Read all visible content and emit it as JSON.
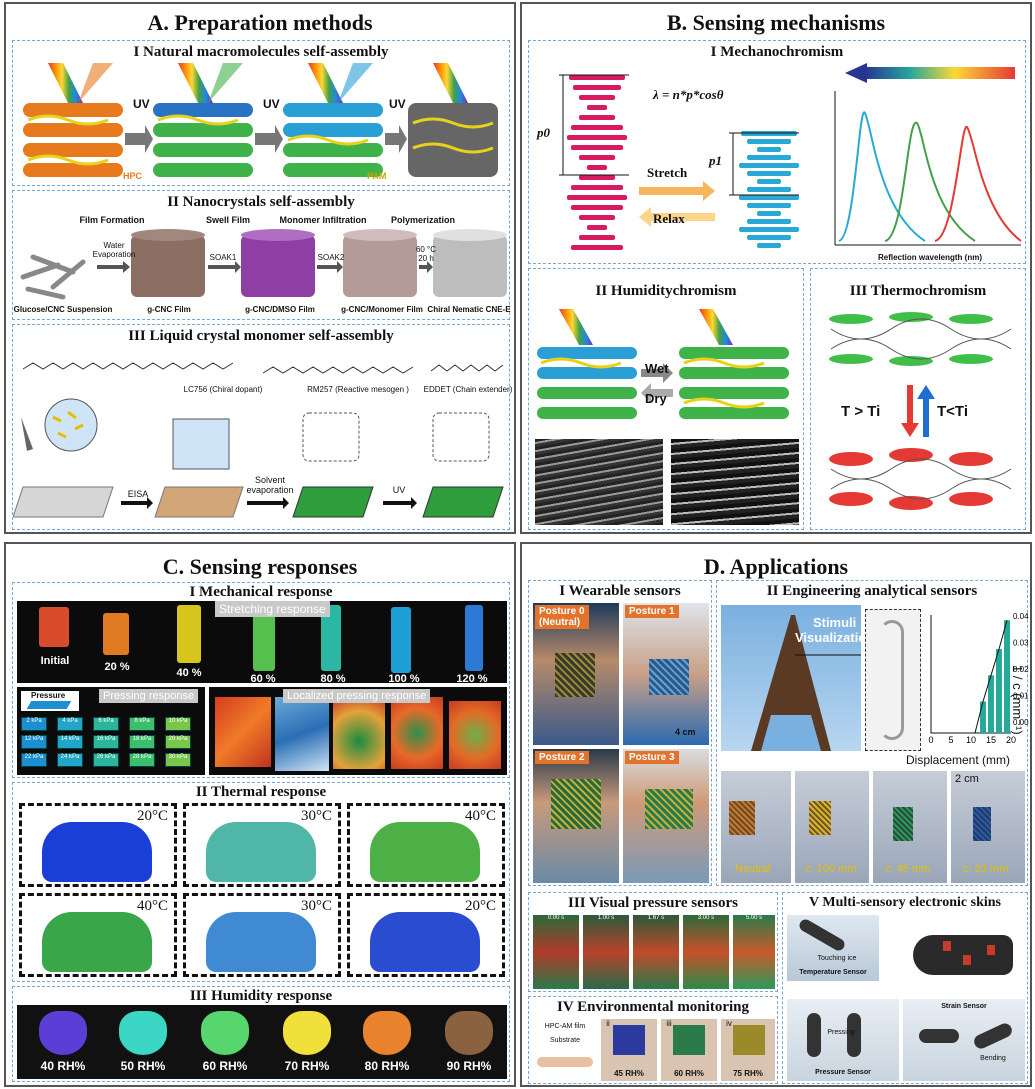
{
  "panelA": {
    "title": "A. Preparation methods",
    "s1": {
      "title": "I Natural macromolecules self-assembly",
      "uv": "UV",
      "hpc": "HPC",
      "pam": "PAM"
    },
    "s2": {
      "title": "II Nanocrystals self-assembly",
      "steps": [
        "Film Formation",
        "Swell Film",
        "Monomer Infiltration",
        "Polymerization"
      ],
      "arrows": [
        "Water\nEvaporation",
        "SOAK1",
        "SOAK2",
        "60 °C\n20 h"
      ],
      "labels": [
        "Glucose/CNC Suspension",
        "g-CNC Film",
        "g-CNC/DMSO Film",
        "g-CNC/Monomer Film",
        "Chiral Nematic CNE-E"
      ]
    },
    "s3": {
      "title": "III Liquid crystal monomer self-assembly",
      "mol": [
        "LC756 (Chiral dopant)",
        "RM257 (Reactive mesogen )",
        "EDDET (Chain extender)"
      ],
      "steps": [
        "EISA",
        "Solvent\nevaporation",
        "UV"
      ]
    }
  },
  "panelB": {
    "title": "B. Sensing mechanisms",
    "s1": {
      "title": "I Mechanochromism",
      "formula": "λ = n*p*cosθ",
      "p0": "p0",
      "p1": "p1",
      "stretch": "Stretch",
      "relax": "Relax",
      "xlabel": "Reflection wavelength (nm)"
    },
    "s2": {
      "title": "II Humiditychromism",
      "wet": "Wet",
      "dry": "Dry"
    },
    "s3": {
      "title": "III Thermochromism",
      "t1": "T > Ti",
      "t2": "T<Ti"
    }
  },
  "panelC": {
    "title": "C. Sensing responses",
    "s1": {
      "title": "I Mechanical response",
      "stretch_tag": "Stretching response",
      "percents": [
        "Initial",
        "20 %",
        "40 %",
        "60 %",
        "80 %",
        "100 %",
        "120 %"
      ],
      "pressure": "Pressure",
      "press_tag": "Pressing response",
      "local_tag": "Localized pressing response",
      "cells": [
        "2 kPa",
        "4 kPa",
        "6 kPa",
        "8 kPa",
        "10 kPa",
        "12 kPa",
        "14 kPa",
        "16 kPa",
        "18 kPa",
        "20 kPa",
        "22 kPa",
        "24 kPa",
        "26 kPa",
        "28 kPa",
        "30 kPa"
      ]
    },
    "s2": {
      "title": "II Thermal response",
      "temps": [
        "20°C",
        "30°C",
        "40°C",
        "40°C",
        "30°C",
        "20°C"
      ]
    },
    "s3": {
      "title": "III Humidity response",
      "rh": [
        "40 RH%",
        "50 RH%",
        "60 RH%",
        "70 RH%",
        "80 RH%",
        "90 RH%"
      ]
    }
  },
  "panelD": {
    "title": "D. Applications",
    "s1": {
      "title": "I Wearable sensors",
      "postures": [
        "Posture 0\n(Neutral)",
        "Posture 1",
        "Posture 2",
        "Posture 3"
      ],
      "scale": "4 cm"
    },
    "s2": {
      "title": "II Engineering analytical sensors",
      "stim": "Stimuli\nVisualization",
      "ylabel": "1 / c (mm⁻¹)",
      "xlabel": "Displacement (mm)",
      "xticks": [
        "0",
        "5",
        "10",
        "15",
        "20"
      ],
      "yticks": [
        "0.04",
        "0.03",
        "0.02",
        "0.01",
        "0.00"
      ],
      "states": [
        "Neutral",
        "c: 100 mm",
        "c: 45 mm",
        "c: 23 mm"
      ],
      "scale": "2 cm"
    },
    "s3": {
      "title": "III Visual pressure sensors",
      "times": [
        "0.00 s",
        "1.00 s",
        "1.67 s",
        "3.00 s",
        "5.00 s"
      ]
    },
    "s4": {
      "title": "IV Environmental monitoring",
      "film": "HPC-AM film",
      "sub": "Substrate",
      "rh": [
        "45 RH%",
        "60 RH%",
        "75 RH%"
      ],
      "roman": [
        "ii",
        "iii",
        "iv"
      ]
    },
    "s5": {
      "title": "V Multi-sensory electronic skins",
      "ice": "Touching ice",
      "temp": "Temperature Sensor",
      "press": "Pressure Sensor",
      "pressing": "Pressing",
      "strain": "Strain Sensor",
      "bending": "Bending"
    }
  },
  "chart_data": {
    "type": "bar",
    "categories": [
      "0",
      "2.5",
      "5",
      "7.5",
      "10",
      "12.5",
      "15",
      "17.5",
      "20",
      "22.5"
    ],
    "values": [
      0.0,
      0.0,
      0.0,
      0.0,
      0.0,
      0.0,
      0.012,
      0.022,
      0.032,
      0.043
    ],
    "xlabel": "Displacement (mm)",
    "ylabel": "1 / c (mm⁻¹)",
    "ylim": [
      0,
      0.045
    ]
  }
}
